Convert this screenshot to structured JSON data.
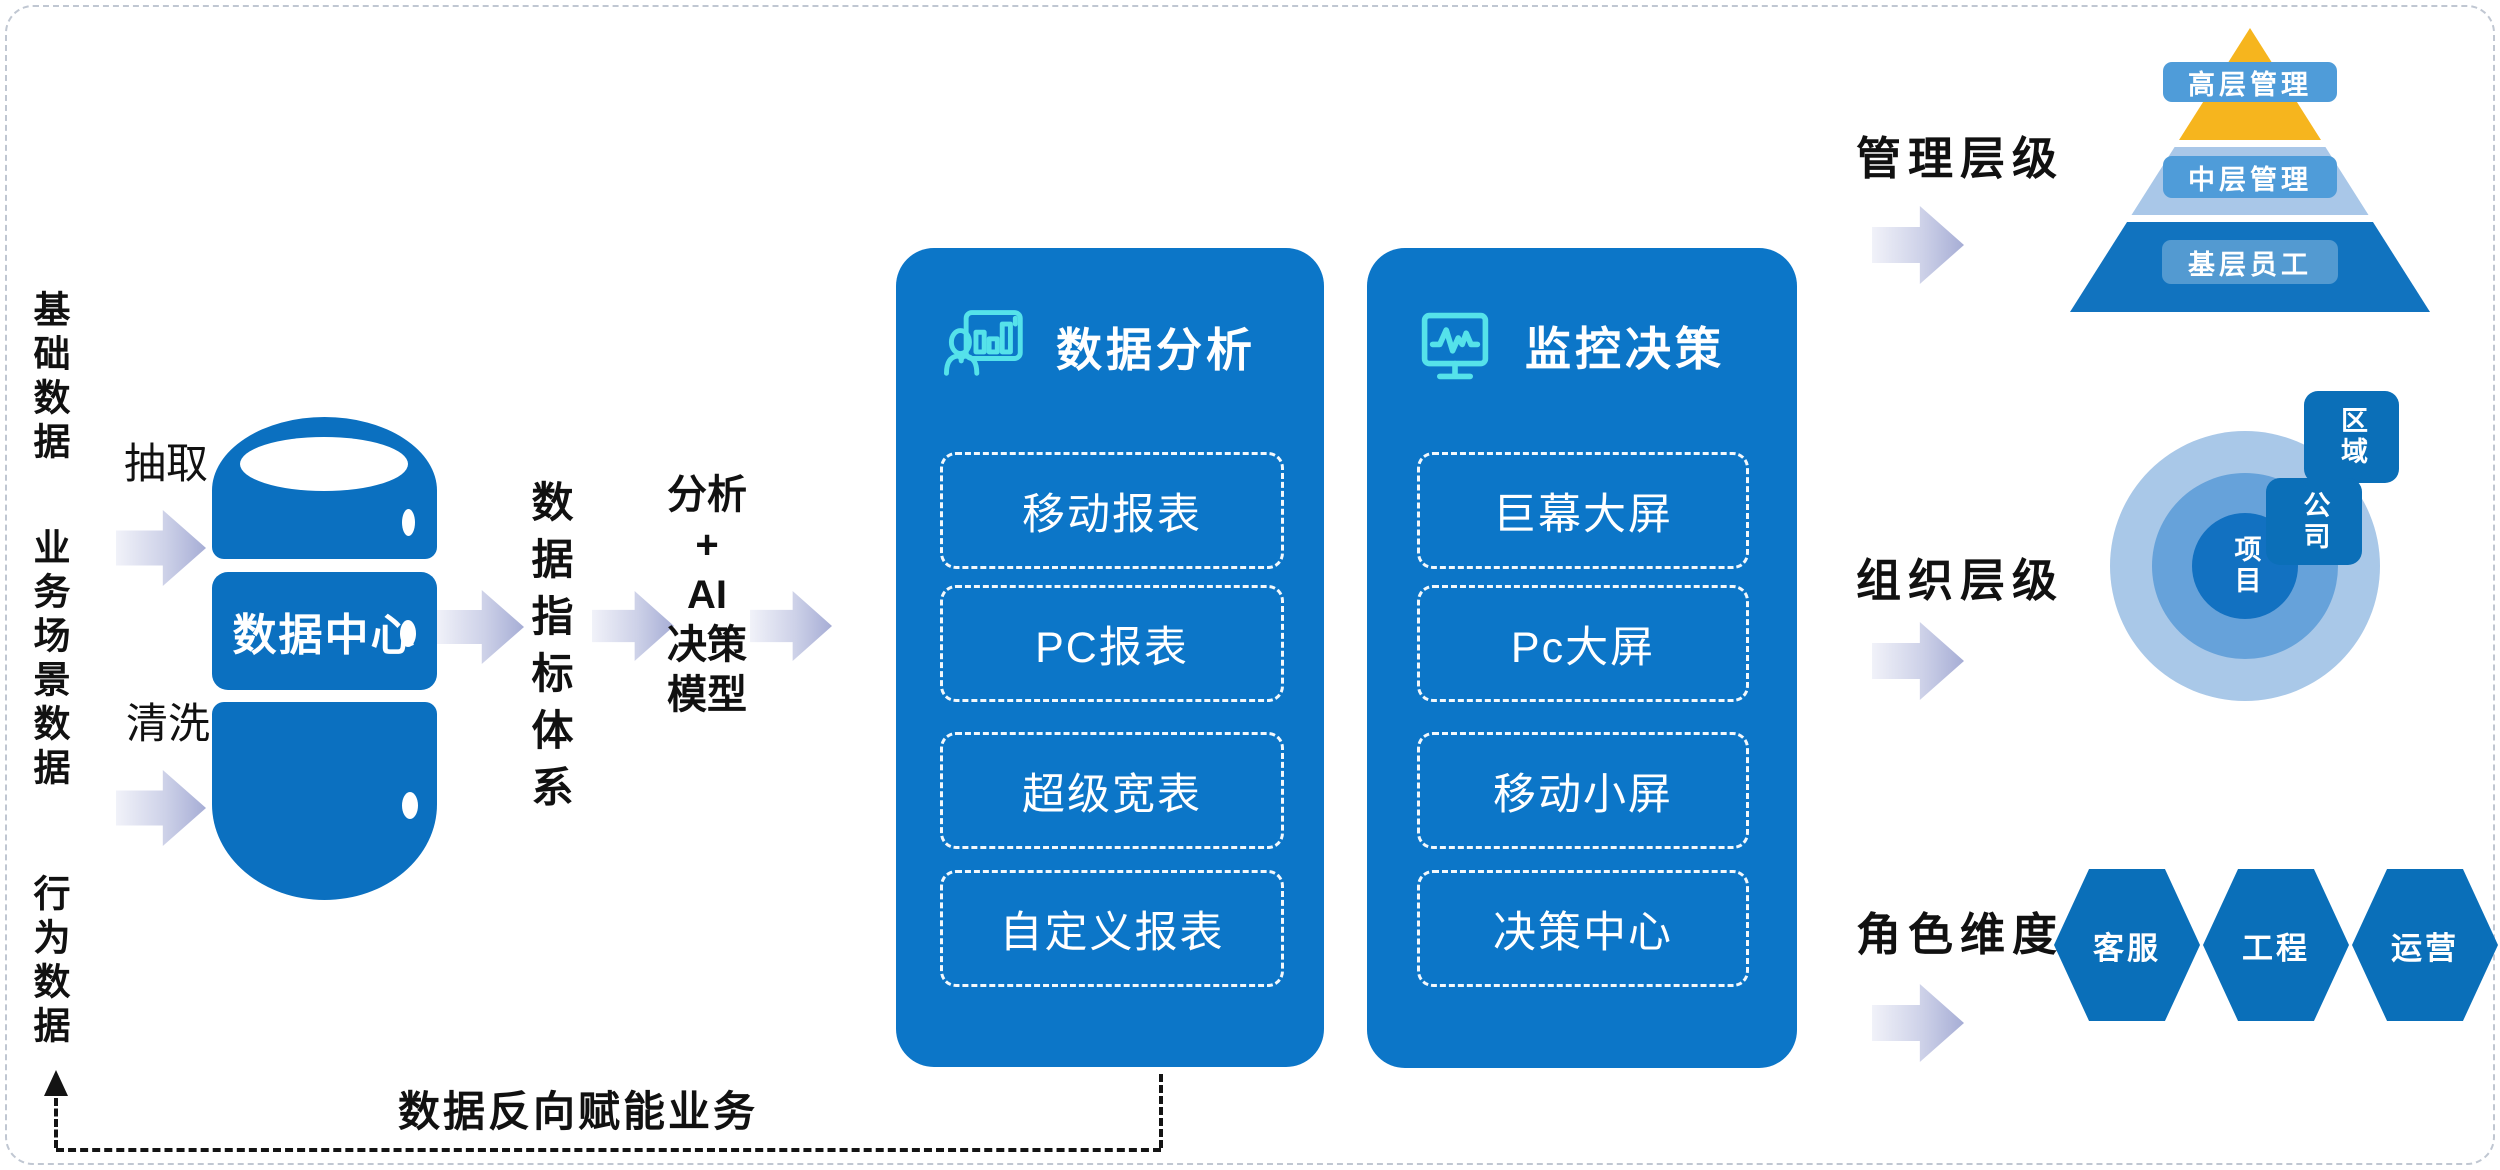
{
  "left_labels": {
    "basic": "基础数据",
    "business": "业务场景数据",
    "behavior": "行为数据"
  },
  "etl": {
    "extract": "抽取",
    "clean": "清洗",
    "cylinder_label": "数据中心"
  },
  "flow": {
    "index_system": "数据指标体系",
    "model_lines": [
      "分析",
      "+",
      "AI",
      "决策",
      "模型"
    ]
  },
  "panels": [
    {
      "title": "数据分析",
      "icon": "chart-presenter-icon",
      "items": [
        "移动报表",
        "PC报表",
        "超级宽表",
        "自定义报表"
      ]
    },
    {
      "title": "监控决策",
      "icon": "monitor-pulse-icon",
      "items": [
        "巨幕大屏",
        "Pc大屏",
        "移动小屏",
        "决策中心"
      ]
    }
  ],
  "feedback": {
    "label": "数据反向赋能业务"
  },
  "right_sections": [
    {
      "title": "管理层级",
      "type": "pyramid",
      "levels": [
        "高层管理",
        "中层管理",
        "基层员工"
      ]
    },
    {
      "title": "组织层级",
      "type": "circles",
      "rings": [
        "区域",
        "公司",
        "项目"
      ]
    },
    {
      "title": "角色维度",
      "type": "hexagons",
      "roles": [
        "客服",
        "工程",
        "运营"
      ]
    }
  ],
  "colors": {
    "primary_blue": "#0c76c8",
    "cylinder_blue": "#0b70c0",
    "hex_blue": "#0a6fb9",
    "icon_cyan": "#55e2ea",
    "pyramid_yellow": "#f6b51e",
    "pyramid_light_blue": "#a9c7e8",
    "pyramid_dark_blue": "#1173bf",
    "level_box_blue": "#4f9cd9",
    "ring_outer": "#a9c8e8",
    "ring_middle": "#66a2da",
    "ring_inner": "#1271c1",
    "arrow_gradient_end": "#a6add5",
    "line_black": "#141414"
  }
}
